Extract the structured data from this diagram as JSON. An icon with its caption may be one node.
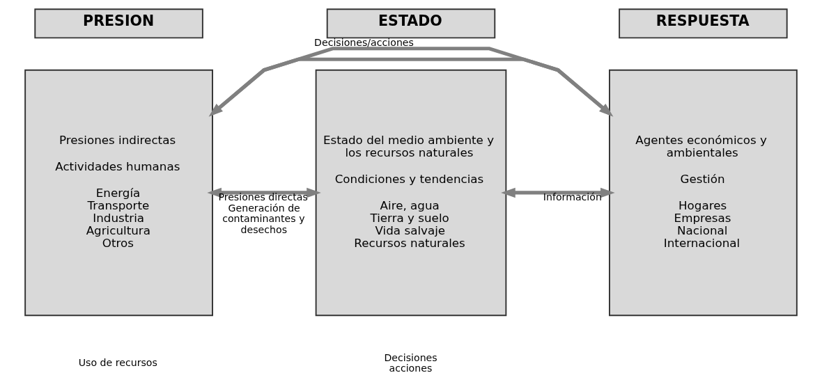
{
  "diagram": {
    "nodes": [
      {
        "text": [
          "PRESION"
        ]
      },
      {
        "text": [
          "ESTADO"
        ]
      },
      {
        "text": [
          "RESPUESTA"
        ]
      },
      {
        "text": [
          "Presiones indirectas",
          "Actividades humanas",
          "Energía",
          "Transporte",
          "Industria",
          "Agricultura",
          "Otros"
        ]
      },
      {
        "text": [
          "Estado del medio ambiente y los recursos naturales",
          "Condiciones y tendencias",
          "Aire, agua",
          "Tierra y suelo",
          "Vida salvaje",
          "Recursos naturales"
        ]
      },
      {
        "text": [
          "Agentes económicos y ambientales",
          "Gestión",
          "Hogares",
          "Empresas",
          "Nacional",
          "Internacional"
        ]
      }
    ],
    "edges": [
      {
        "from": 3,
        "to": 4,
        "arrow": "both",
        "label": "Presiones directas Generación de contaminantes y desechos"
      },
      {
        "from": 4,
        "to": 5,
        "arrow": "both",
        "label": "Información"
      },
      {
        "from": 3,
        "to": 5,
        "arrow": "to"
      },
      {
        "from": 5,
        "to": 3,
        "arrow": "to",
        "label": "Decisiones/acciones"
      }
    ],
    "labels": [
      "Uso de recursos",
      "Decisiones acciones"
    ]
  }
}
